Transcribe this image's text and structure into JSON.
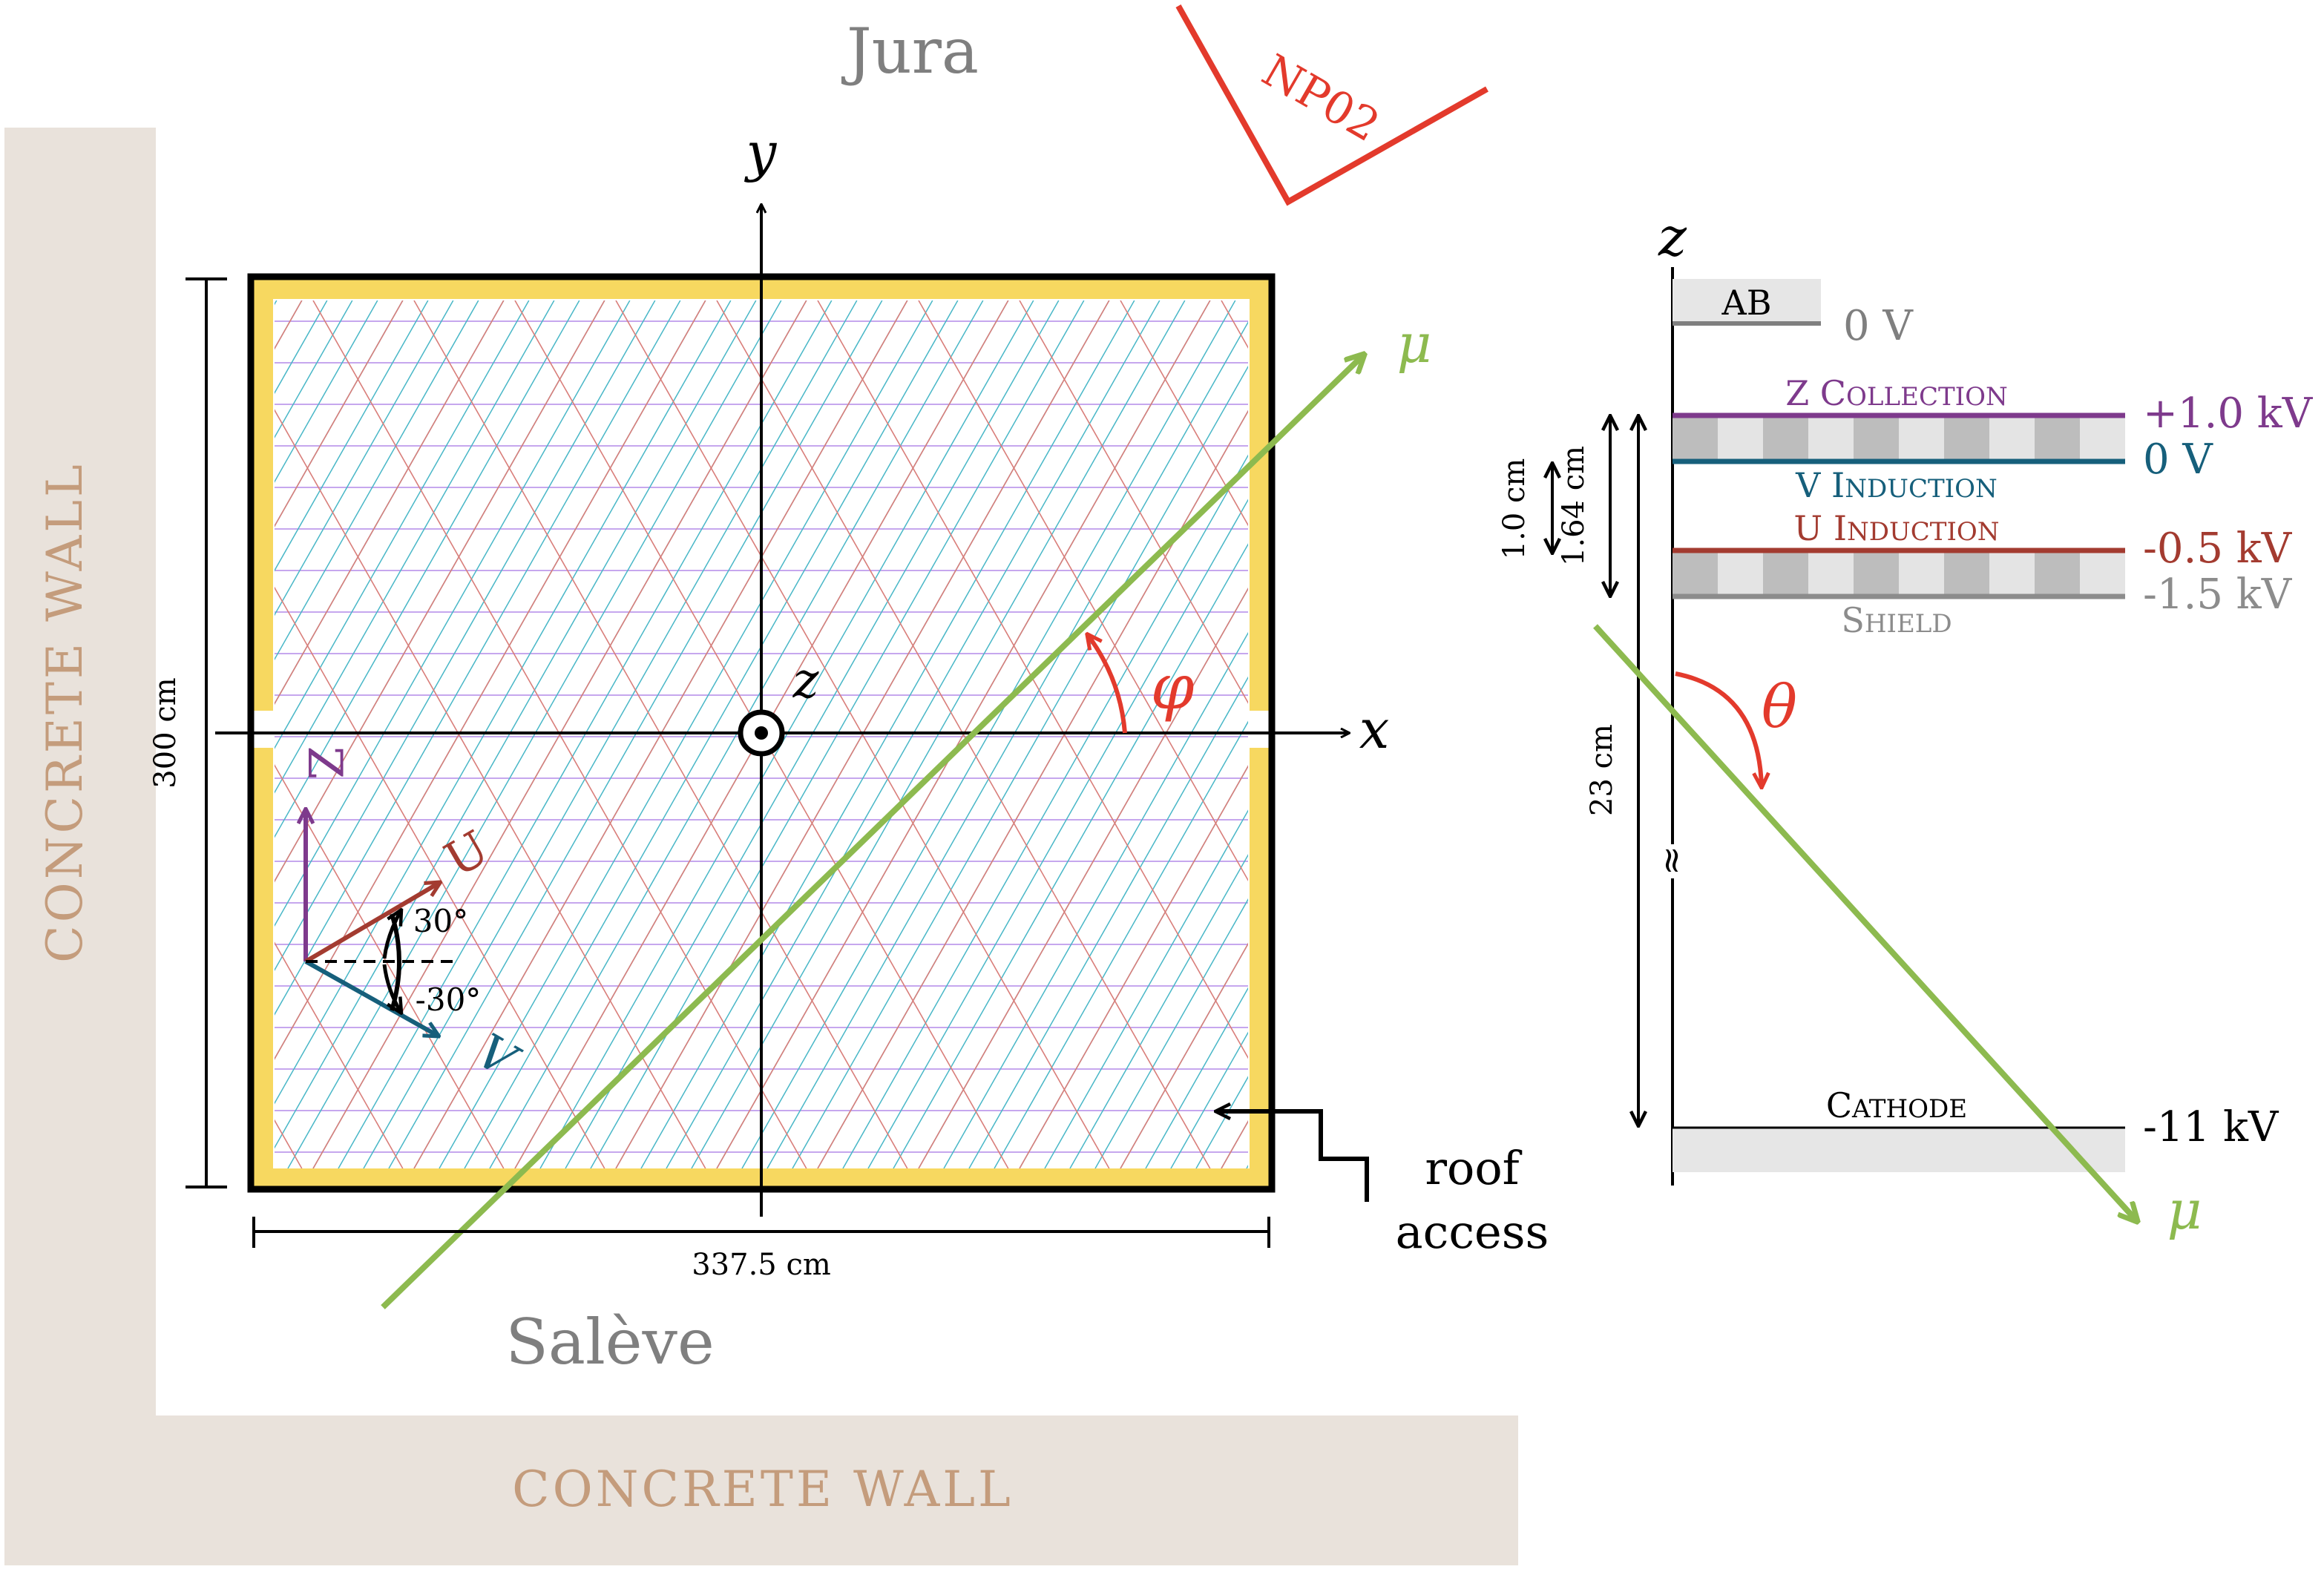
{
  "colors": {
    "concrete": "#e9e2db",
    "concrete_text": "#c49c7c",
    "frame_yellow": "#f7d860",
    "wire_blue": "#48b7c7",
    "wire_red": "#d97e7a",
    "wire_purple": "#b38ae8",
    "muon_green": "#8dba4f",
    "angle_red": "#e33a2c",
    "np02_red": "#e33a2c",
    "grey_text": "#7f7f7f",
    "z_purple": "#7e3a8c",
    "u_brown": "#a33b30",
    "v_teal": "#165f7b",
    "shield_grey": "#8c8c8c",
    "light_fill": "#e6e6e6"
  },
  "orientation": {
    "north": "Jura",
    "south": "Salève",
    "np02_label": "NP02",
    "wall_left": "CONCRETE WALL",
    "wall_bottom": "CONCRETE WALL"
  },
  "top_view": {
    "axis_x": "x",
    "axis_y": "y",
    "axis_z": "z",
    "muon": "μ",
    "phi": "φ",
    "height_dim": "300 cm",
    "width_dim": "337.5 cm",
    "roof_access_line1": "roof",
    "roof_access_line2": "access",
    "wire_labels": {
      "z": "Z",
      "u": "U",
      "v": "V"
    },
    "angle_pos": "30°",
    "angle_neg": "-30°"
  },
  "side_view": {
    "axis_z": "z",
    "muon": "μ",
    "theta": "θ",
    "layers": [
      {
        "name": "AB",
        "voltage": "0 V",
        "color": "#7f7f7f"
      },
      {
        "name": "Z Collection",
        "voltage": "+1.0 kV",
        "color": "#7e3a8c"
      },
      {
        "name": "V Induction",
        "voltage": "0 V",
        "color": "#165f7b"
      },
      {
        "name": "U Induction",
        "voltage": "-0.5 kV",
        "color": "#a33b30"
      },
      {
        "name": "Shield",
        "voltage": "-1.5 kV",
        "color": "#8c8c8c"
      },
      {
        "name": "Cathode",
        "voltage": "-11 kV",
        "color": "#000000"
      }
    ],
    "dim_small": "1.0 cm",
    "dim_mid": "1.64 cm",
    "dim_drift": "23 cm",
    "break_symbol": "≈"
  }
}
